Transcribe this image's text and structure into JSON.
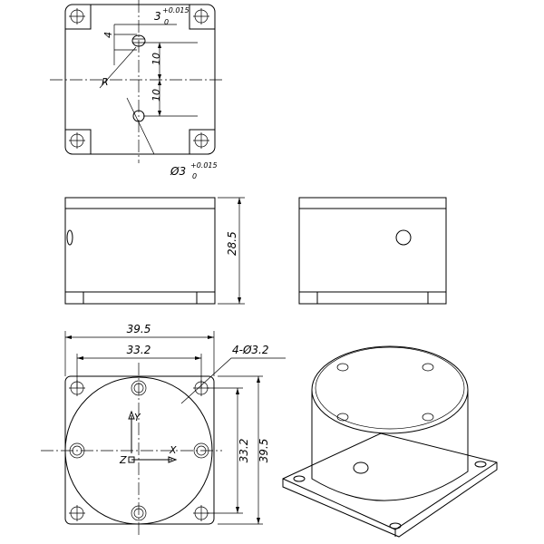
{
  "top_view": {
    "slot_width": "3",
    "slot_tol_upper": "+0.015",
    "slot_tol_lower": "0",
    "slot_offset": "4",
    "radius_label": "R",
    "spacing_upper": "10",
    "spacing_lower": "10",
    "hole_dia": "Ø3",
    "hole_tol_upper": "+0.015",
    "hole_tol_lower": "0"
  },
  "side_view": {
    "height": "28.5"
  },
  "bottom_view": {
    "overall_width": "39.5",
    "hole_spacing_x": "33.2",
    "hole_callout": "4-Ø3.2",
    "hole_spacing_y": "33.2",
    "overall_height": "39.5",
    "axis_x": "X",
    "axis_y": "Y",
    "axis_z": "Z"
  }
}
